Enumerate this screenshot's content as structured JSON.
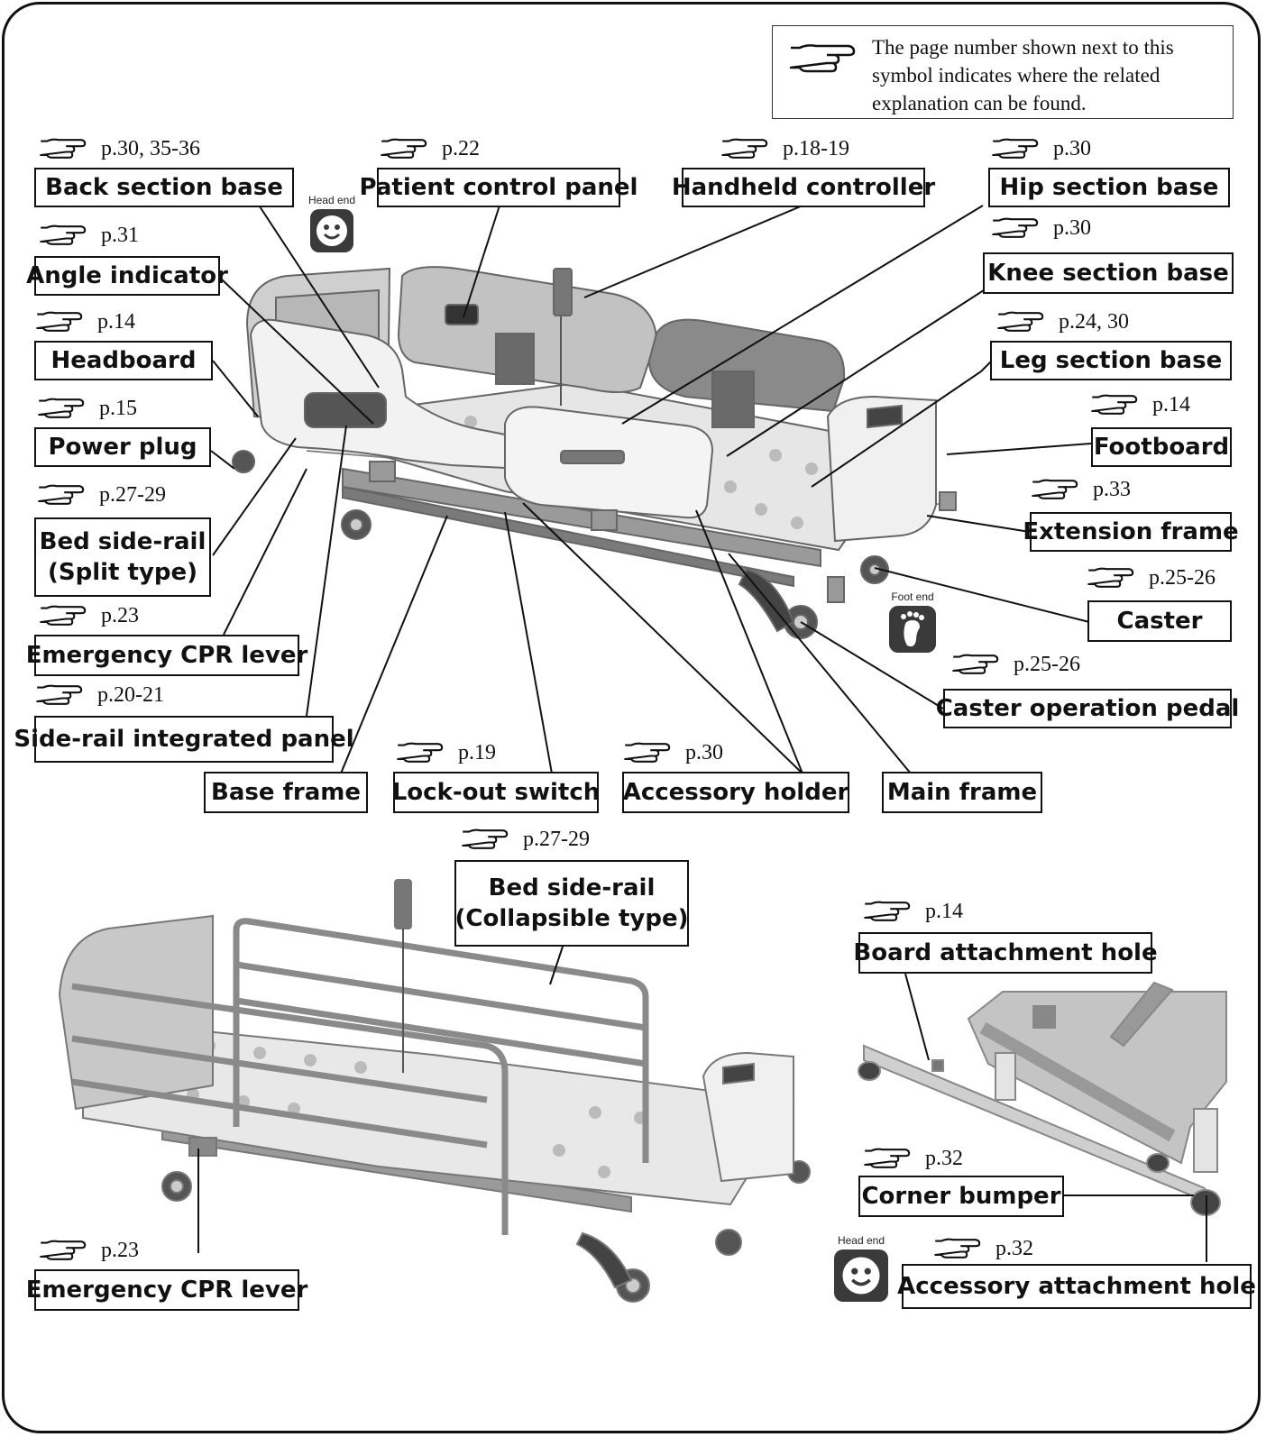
{
  "legend": {
    "icon": "pointing-hand-icon",
    "text": "The page number shown next to this symbol indicates where the related explanation can be found."
  },
  "ref_icon": "pointing-hand-icon",
  "head_end": {
    "label": "Head end",
    "icon": "smiley-face-icon"
  },
  "foot_end": {
    "label": "Foot end",
    "icon": "footprint-icon"
  },
  "labels": {
    "back_section_base": {
      "text": "Back section base",
      "page": "p.30, 35-36"
    },
    "patient_control_panel": {
      "text": "Patient control panel",
      "page": "p.22"
    },
    "handheld_controller": {
      "text": "Handheld controller",
      "page": "p.18-19"
    },
    "hip_section_base": {
      "text": "Hip section base",
      "page": "p.30"
    },
    "knee_section_base": {
      "text": "Knee section base",
      "page": "p.30"
    },
    "angle_indicator": {
      "text": "Angle indicator",
      "page": "p.31"
    },
    "headboard": {
      "text": "Headboard",
      "page": "p.14"
    },
    "leg_section_base": {
      "text": "Leg section base",
      "page": "p.24, 30"
    },
    "power_plug": {
      "text": "Power plug",
      "page": "p.15"
    },
    "footboard": {
      "text": "Footboard",
      "page": "p.14"
    },
    "bed_side_rail_split": {
      "line1": "Bed side-rail",
      "line2": "(Split type)",
      "page": "p.27-29"
    },
    "extension_frame": {
      "text": "Extension frame",
      "page": "p.33"
    },
    "caster": {
      "text": "Caster",
      "page": "p.25-26"
    },
    "emergency_cpr_lever_top": {
      "text": "Emergency CPR lever",
      "page": "p.23"
    },
    "caster_operation_pedal": {
      "text": "Caster operation pedal",
      "page": "p.25-26"
    },
    "side_rail_integrated_panel": {
      "text": "Side-rail integrated panel",
      "page": "p.20-21"
    },
    "base_frame": {
      "text": "Base frame"
    },
    "lock_out_switch": {
      "text": "Lock-out switch",
      "page": "p.19"
    },
    "accessory_holder": {
      "text": "Accessory holder",
      "page": "p.30"
    },
    "main_frame": {
      "text": "Main frame"
    },
    "bed_side_rail_collapsible": {
      "line1": "Bed side-rail",
      "line2": "(Collapsible type)",
      "page": "p.27-29"
    },
    "board_attachment_hole": {
      "text": "Board attachment hole",
      "page": "p.14"
    },
    "corner_bumper": {
      "text": "Corner bumper",
      "page": "p.32"
    },
    "accessory_attachment_hole": {
      "text": "Accessory attachment hole",
      "page": "p.32"
    },
    "emergency_cpr_lever_bottom": {
      "text": "Emergency CPR lever",
      "page": "p.23"
    }
  }
}
